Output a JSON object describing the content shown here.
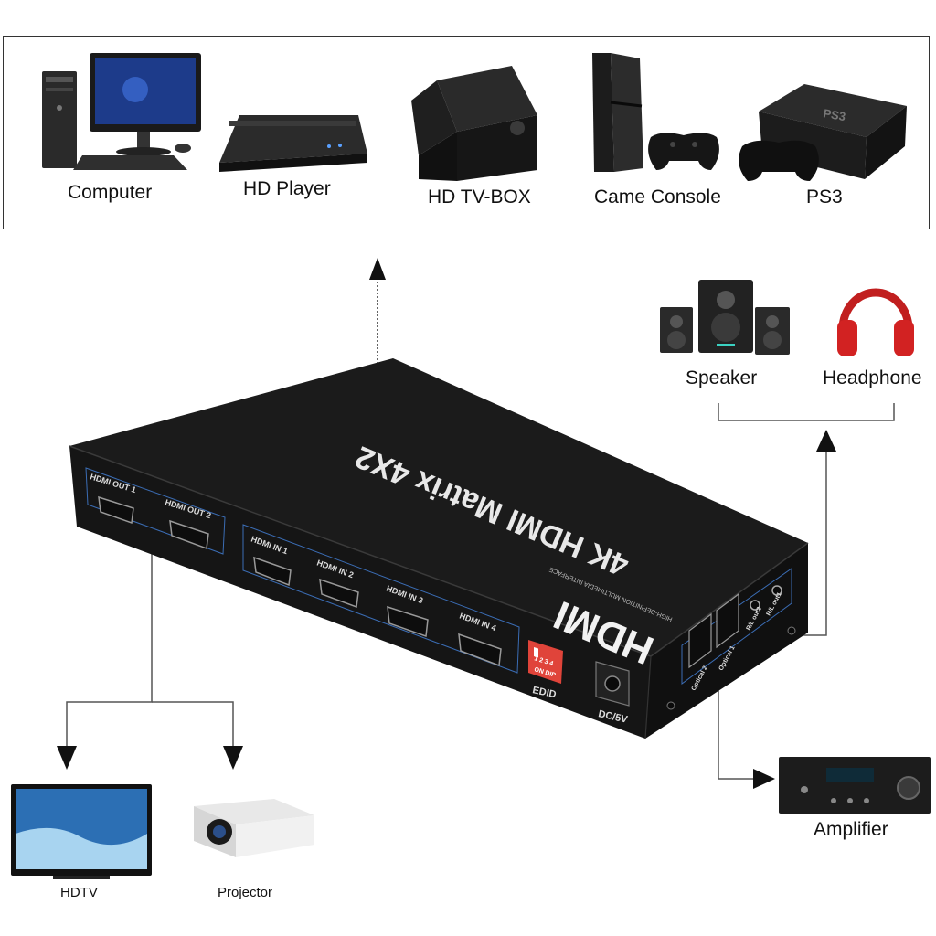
{
  "sources": [
    {
      "id": "computer",
      "label": "Computer"
    },
    {
      "id": "hd-player",
      "label": "HD Player"
    },
    {
      "id": "hd-tv-box",
      "label": "HD TV-BOX"
    },
    {
      "id": "game-console",
      "label": "Came Console"
    },
    {
      "id": "ps3",
      "label": "PS3"
    }
  ],
  "audio_outputs": [
    {
      "id": "speaker",
      "label": "Speaker"
    },
    {
      "id": "headphone",
      "label": "Headphone"
    }
  ],
  "amplifier": {
    "label": "Amplifier"
  },
  "displays": [
    {
      "id": "hdtv",
      "label": "HDTV"
    },
    {
      "id": "projector",
      "label": "Projector"
    }
  ],
  "device": {
    "title": "4K HDMI Matrix 4X2",
    "brand": "HDMI",
    "brand_sub": "HIGH-DEFINITION MULTIMEDIA INTERFACE",
    "outputs": [
      "HDMI OUT 1",
      "HDMI OUT 2"
    ],
    "inputs": [
      "HDMI IN 1",
      "HDMI IN 2",
      "HDMI IN 3",
      "HDMI IN 4"
    ],
    "dip_label": "EDID",
    "dip_marks": "1 2 3 4",
    "dip_text": "ON DIP",
    "power_label": "DC/5V",
    "optical": [
      "Optical 2",
      "Optical 1"
    ],
    "audio_jacks": [
      "R/L out2",
      "R/L out1"
    ]
  },
  "colors": {
    "accent": "#d63a2a",
    "device": "#1b1b1b",
    "line": "#555555"
  }
}
